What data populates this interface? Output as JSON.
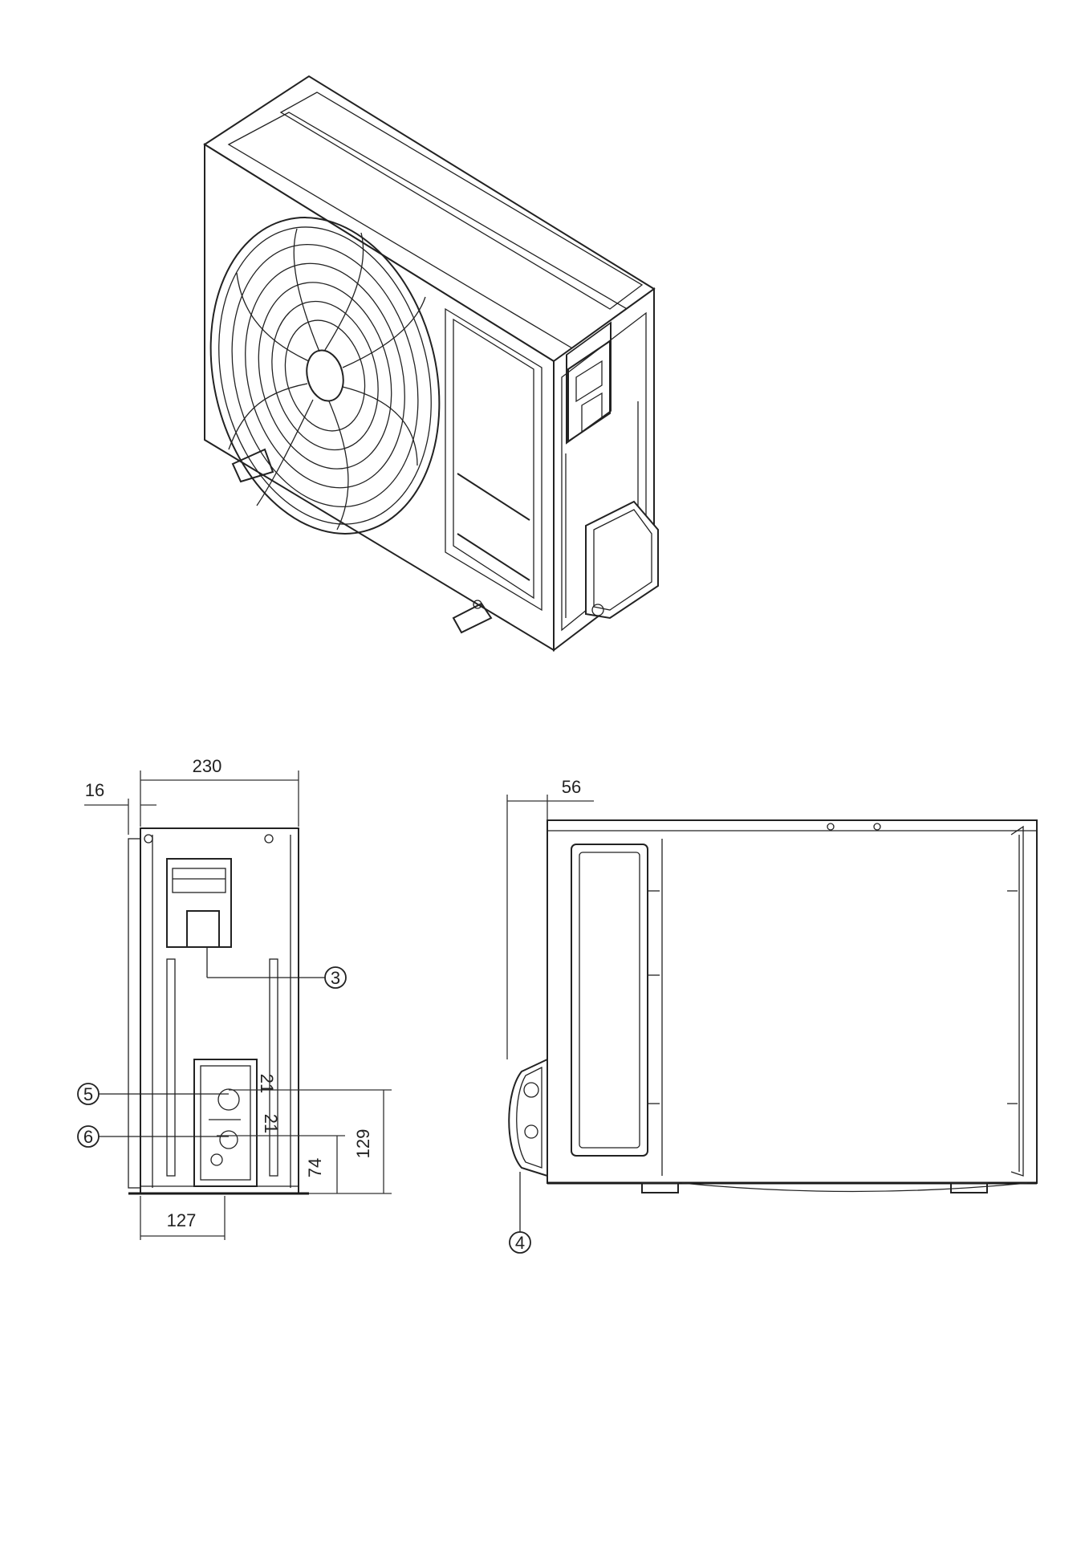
{
  "dimensions": {
    "width_230": "230",
    "offset_16": "16",
    "depth_127": "127",
    "height_74": "74",
    "height_129": "129",
    "offset_56": "56",
    "pipe_21_upper": "21",
    "pipe_21_lower": "21"
  },
  "callouts": {
    "c3": "3",
    "c4": "4",
    "c5": "5",
    "c6": "6"
  }
}
